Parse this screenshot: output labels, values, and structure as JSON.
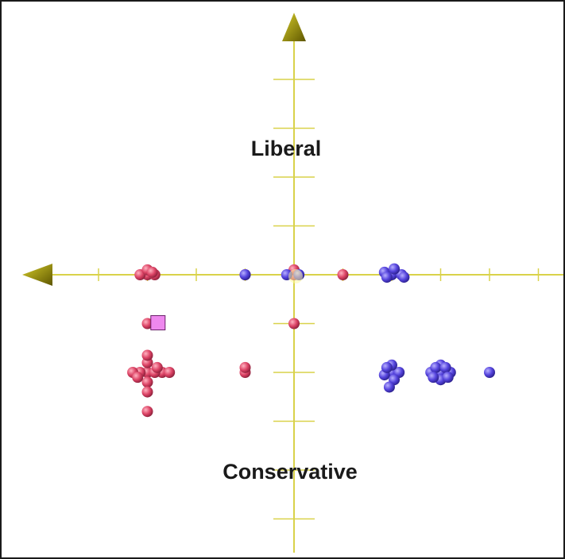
{
  "chart_data": {
    "type": "scatter",
    "annotations": {
      "top": "Liberal",
      "bottom": "Conservative"
    },
    "xlim": [
      -6,
      6
    ],
    "ylim": [
      -6,
      6
    ],
    "grid": false,
    "axis_color": "#d9d24a",
    "arrow_color": "#7a7000",
    "series": [
      {
        "color": "#dd4466",
        "marker": "sphere",
        "points": [
          [
            -3.0,
            0.0
          ],
          [
            -3.15,
            0.0
          ],
          [
            -2.85,
            0.0
          ],
          [
            -3.0,
            0.1
          ],
          [
            -2.9,
            0.05
          ],
          [
            -1.0,
            0.0
          ],
          [
            0.0,
            0.0
          ],
          [
            0.0,
            0.1
          ],
          [
            1.0,
            0.0
          ],
          [
            -3.0,
            -1.0
          ],
          [
            0.0,
            -1.0
          ],
          [
            -3.0,
            -2.0
          ],
          [
            -2.7,
            -2.0
          ],
          [
            -2.85,
            -2.0
          ],
          [
            -3.15,
            -2.0
          ],
          [
            -3.3,
            -2.0
          ],
          [
            -2.55,
            -2.0
          ],
          [
            -3.0,
            -1.8
          ],
          [
            -3.0,
            -2.2
          ],
          [
            -3.0,
            -2.4
          ],
          [
            -3.0,
            -1.65
          ],
          [
            -3.2,
            -2.1
          ],
          [
            -2.8,
            -1.9
          ],
          [
            -3.0,
            -2.8
          ],
          [
            -1.0,
            -2.0
          ],
          [
            -1.0,
            -1.9
          ]
        ]
      },
      {
        "color": "#5544dd",
        "marker": "sphere",
        "points": [
          [
            -1.0,
            0.0
          ],
          [
            -0.15,
            0.0
          ],
          [
            0.1,
            0.0
          ],
          [
            2.0,
            0.0
          ],
          [
            2.2,
            0.0
          ],
          [
            1.85,
            0.05
          ],
          [
            2.05,
            0.12
          ],
          [
            2.25,
            -0.05
          ],
          [
            1.9,
            -0.05
          ],
          [
            2.0,
            -2.0
          ],
          [
            1.85,
            -2.05
          ],
          [
            2.15,
            -2.0
          ],
          [
            2.0,
            -1.85
          ],
          [
            1.9,
            -1.9
          ],
          [
            2.05,
            -2.15
          ],
          [
            1.95,
            -2.3
          ],
          [
            3.0,
            -2.0
          ],
          [
            2.8,
            -2.0
          ],
          [
            3.2,
            -2.0
          ],
          [
            3.0,
            -1.85
          ],
          [
            3.0,
            -2.15
          ],
          [
            2.9,
            -1.9
          ],
          [
            3.1,
            -1.9
          ],
          [
            2.85,
            -2.1
          ],
          [
            3.15,
            -2.1
          ],
          [
            4.0,
            -2.0
          ]
        ]
      },
      {
        "color": "#ee88ee",
        "marker": "cube",
        "points": [
          [
            -2.8,
            -1.0
          ]
        ]
      }
    ]
  }
}
